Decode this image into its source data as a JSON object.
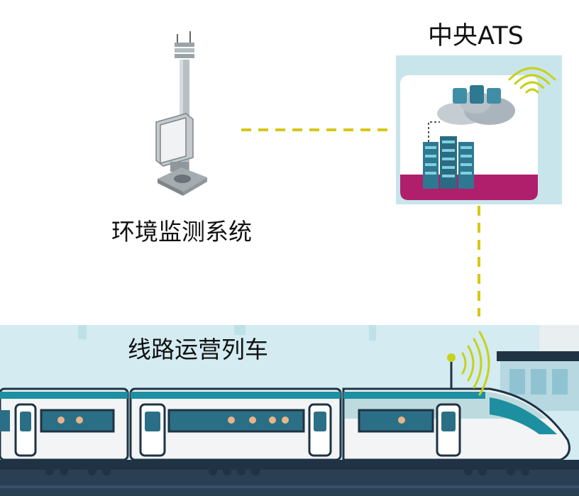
{
  "labels": {
    "environment_system": "环境监测系统",
    "central_ats": "中央ATS",
    "line_train": "线路运营列车"
  },
  "colors": {
    "link_line": "#d9c614",
    "wireless_signal": "#c6d21a",
    "ats_band": "#b01f6b",
    "train_teal": "#1e8fa0",
    "sky": "#cfe9ef",
    "track": "#1f3344"
  },
  "icons": {
    "environment_station": "weather-station-icon",
    "ats_servers": "server-rack-icon",
    "ats_cloud": "cloud-icon",
    "signal": "wireless-signal-icon",
    "train": "train-icon"
  }
}
